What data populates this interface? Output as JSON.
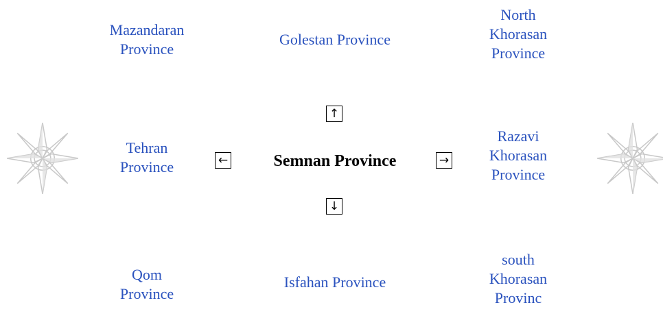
{
  "navbox": {
    "center": "Semnan Province",
    "neighbors": {
      "north_west": "Mazandaran\nProvince",
      "north": "Golestan Province",
      "north_east": "North\nKhorasan\nProvince",
      "west": "Tehran\nProvince",
      "east": "Razavi\nKhorasan\nProvince",
      "south_west": "Qom\nProvince",
      "south": "Isfahan Province",
      "south_east": "south\nKhorasan\nProvinc"
    },
    "arrows": {
      "north": "↑",
      "south": "↓",
      "west": "←",
      "east": "→"
    },
    "compass_icon": "compass-rose-icon",
    "colors": {
      "link": "#2a52be",
      "center": "#000000",
      "compass": "#c9c9c9"
    }
  }
}
